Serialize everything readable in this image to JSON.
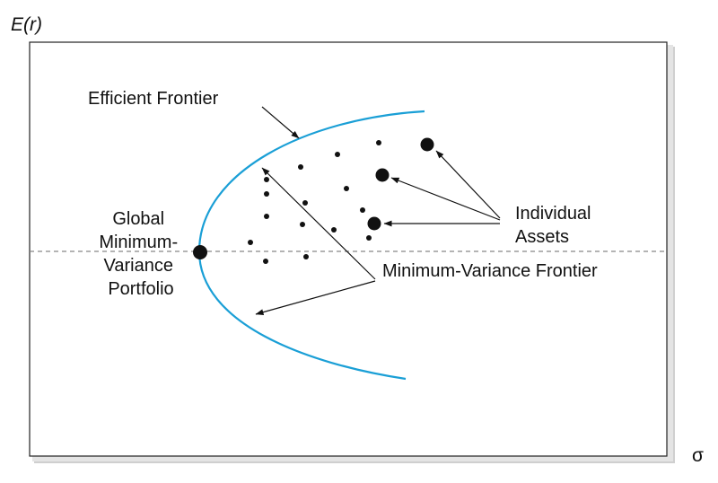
{
  "axes": {
    "y_label": "E(r)",
    "x_label": "σ"
  },
  "labels": {
    "efficient_frontier": "Efficient Frontier",
    "gmv": [
      "Global",
      "Minimum-",
      "Variance",
      "Portfolio"
    ],
    "individual_assets": [
      "Individual",
      "Assets"
    ],
    "min_variance_frontier": "Minimum-Variance Frontier"
  },
  "colors": {
    "frontier": "#1a9fd6",
    "ink": "#111111",
    "frame": "#222222",
    "dashed_line": "#888888",
    "shadow": "#c9c9c9"
  }
}
